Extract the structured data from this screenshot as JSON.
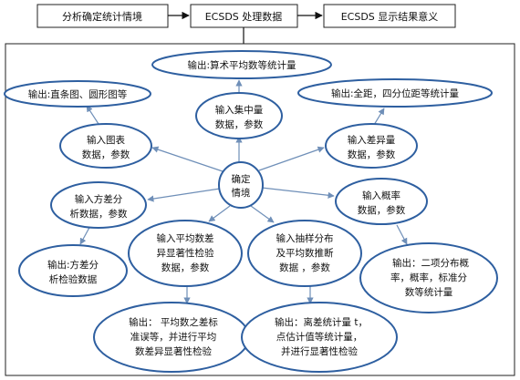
{
  "flow": {
    "step1": "分析确定统计情境",
    "step2": "ECSDS 处理数据",
    "step3": "ECSDS 显示结果意义"
  },
  "center": {
    "lines": [
      "确定",
      "情境"
    ]
  },
  "inputs": {
    "chart": [
      "输入图表",
      "数据，参数"
    ],
    "central": [
      "输入集中量",
      "数据，参数"
    ],
    "variation": [
      "输入差异量",
      "数据，参数"
    ],
    "anova": [
      "输入方差分",
      "析数据，参数"
    ],
    "probability": [
      "输入概率",
      "数据，参数"
    ],
    "mean_diff": [
      "输入平均数差",
      "异显著性检验",
      "数据，参数"
    ],
    "sampling": [
      "输入抽样分布",
      "及平均数推断",
      "数据 ，参数"
    ]
  },
  "outputs": {
    "chart": [
      "输出:直条图、圆形图等"
    ],
    "central": [
      "输出:算术平均数等统计量"
    ],
    "variation": [
      "输出:全距，四分位距等统计量"
    ],
    "anova": [
      "输出:方差分",
      "析检验数据"
    ],
    "probability": [
      "输出：二项分布概",
      "率，概率，标准分",
      "数等统计量"
    ],
    "mean_diff": [
      "输出：  平均数之差标",
      "准误等，并进行平均",
      "数差异显著性检验"
    ],
    "sampling": [
      "输出：离差统计量 t，",
      "点估计值等统计量，",
      "并进行显著性检验"
    ]
  }
}
